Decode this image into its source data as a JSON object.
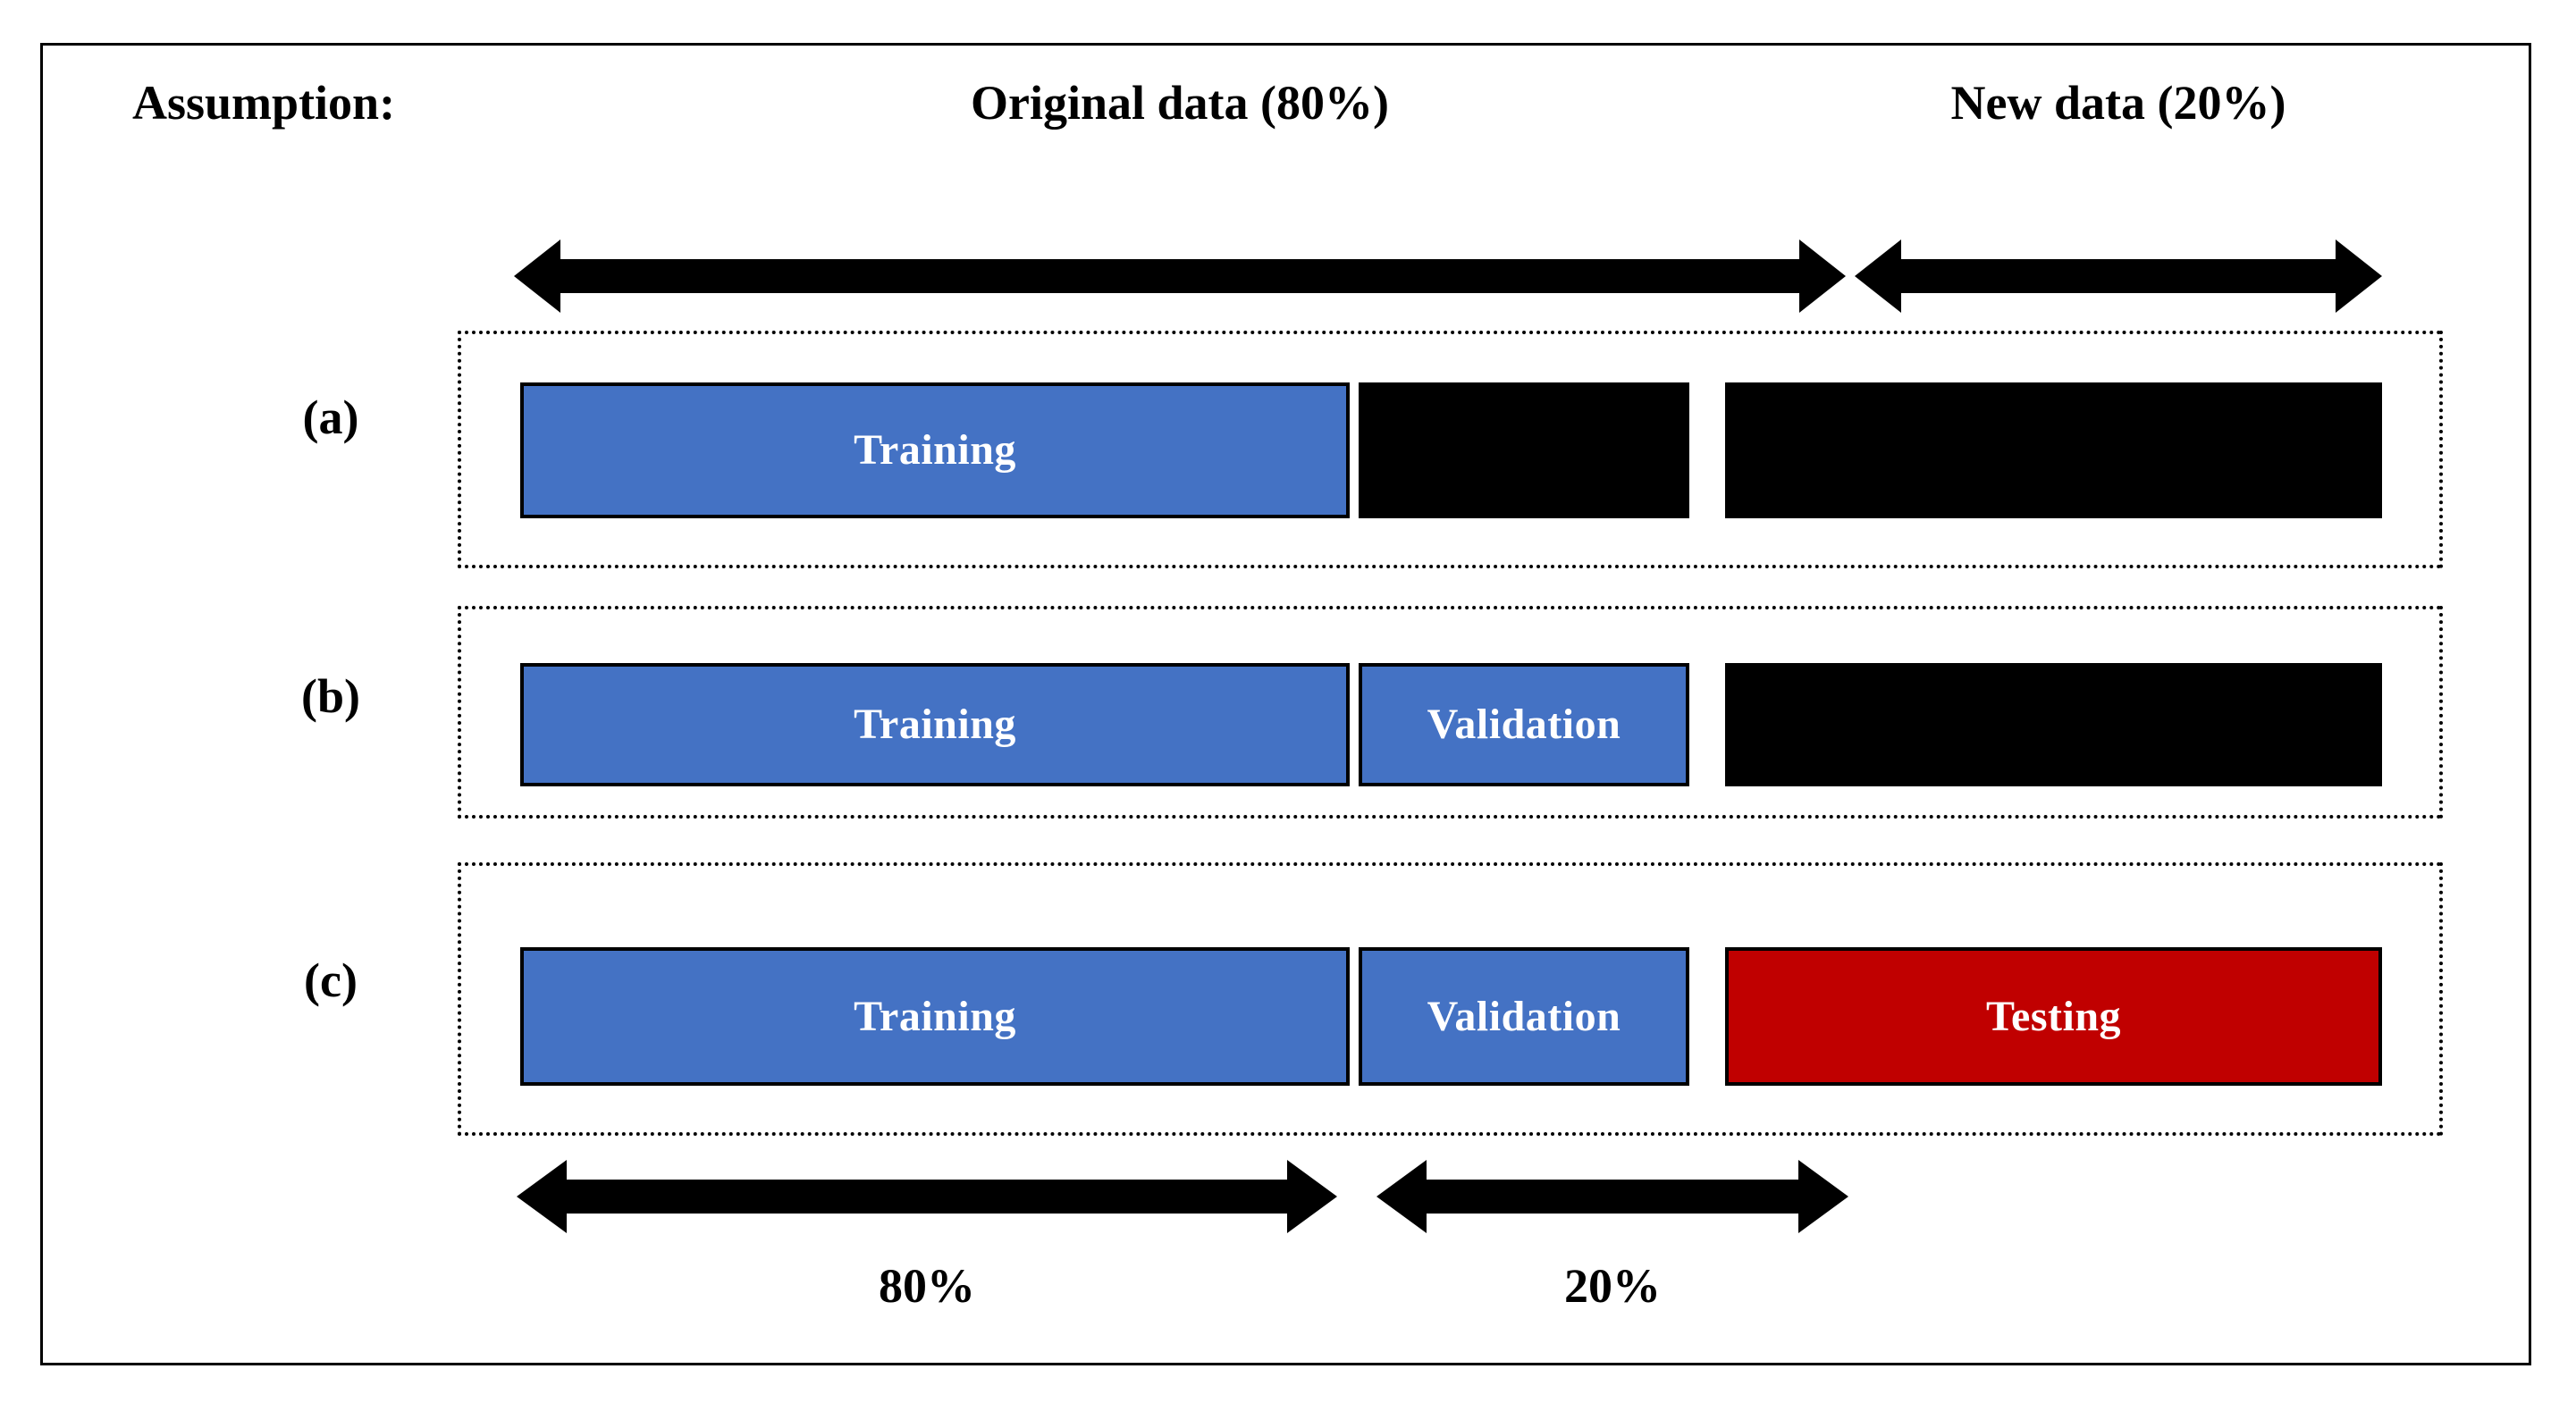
{
  "figure": {
    "title": "Data split assumptions diagram",
    "colors": {
      "blue": "#4472C4",
      "red": "#C00000",
      "black": "#000000",
      "white": "#FFFFFF",
      "frame": "#000000"
    }
  },
  "header": {
    "assumption_label": "Assumption:",
    "original_data_label": "Original data (80%)",
    "new_data_label": "New data (20%)"
  },
  "top_arrows": [
    {
      "name": "original-data-span",
      "label": "Original data (80%)",
      "direction": "double"
    },
    {
      "name": "new-data-span",
      "label": "New data (20%)",
      "direction": "double"
    }
  ],
  "rows": [
    {
      "id": "a",
      "label": "(a)",
      "segments": [
        {
          "name": "training",
          "text": "Training",
          "fill": "#4472C4",
          "visible_text": true
        },
        {
          "name": "validation",
          "text": "",
          "fill": "#000000",
          "visible_text": false
        },
        {
          "name": "testing",
          "text": "",
          "fill": "#000000",
          "visible_text": false
        }
      ]
    },
    {
      "id": "b",
      "label": "(b)",
      "segments": [
        {
          "name": "training",
          "text": "Training",
          "fill": "#4472C4",
          "visible_text": true
        },
        {
          "name": "validation",
          "text": "Validation",
          "fill": "#4472C4",
          "visible_text": true
        },
        {
          "name": "testing",
          "text": "",
          "fill": "#000000",
          "visible_text": false
        }
      ]
    },
    {
      "id": "c",
      "label": "(c)",
      "segments": [
        {
          "name": "training",
          "text": "Training",
          "fill": "#4472C4",
          "visible_text": true
        },
        {
          "name": "validation",
          "text": "Validation",
          "fill": "#4472C4",
          "visible_text": true
        },
        {
          "name": "testing",
          "text": "Testing",
          "fill": "#C00000",
          "visible_text": true
        }
      ]
    }
  ],
  "bottom_arrows": [
    {
      "name": "training-share",
      "label": "80%",
      "direction": "double"
    },
    {
      "name": "validation-share",
      "label": "20%",
      "direction": "double"
    }
  ],
  "bottom_labels": {
    "training_pct": "80%",
    "validation_pct": "20%"
  }
}
